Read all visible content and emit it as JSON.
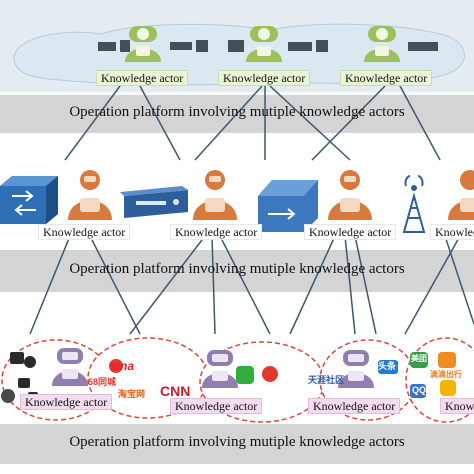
{
  "diagram": {
    "platform_label": "Operation platform involving mutiple knowledge actors",
    "actor_label": "Knowledge actor",
    "layers": [
      {
        "platform_label": "Operation platform involving mutiple knowledge actors"
      },
      {
        "platform_label": "Operation platform involving mutiple knowledge actors"
      },
      {
        "platform_label": "Operation platform involving mutiple knowledge actors"
      }
    ],
    "logos": {
      "sina": "sina",
      "cnn": "CNN",
      "n58": "58同城",
      "taobao": "淘宝网",
      "tianya": "天涯社区",
      "toutiao": "头条",
      "meituan": "美团",
      "didi": "滴滴出行",
      "qq": "QQ"
    },
    "colors": {
      "band": "#d4d4d4",
      "label_green": "#e9f5d6",
      "label_pink": "#f3dcef",
      "robot_orange": "#d87a3e",
      "robot_purple": "#8f7fb0",
      "robot_green": "#9cc05a",
      "link_line": "#3d5770"
    }
  }
}
